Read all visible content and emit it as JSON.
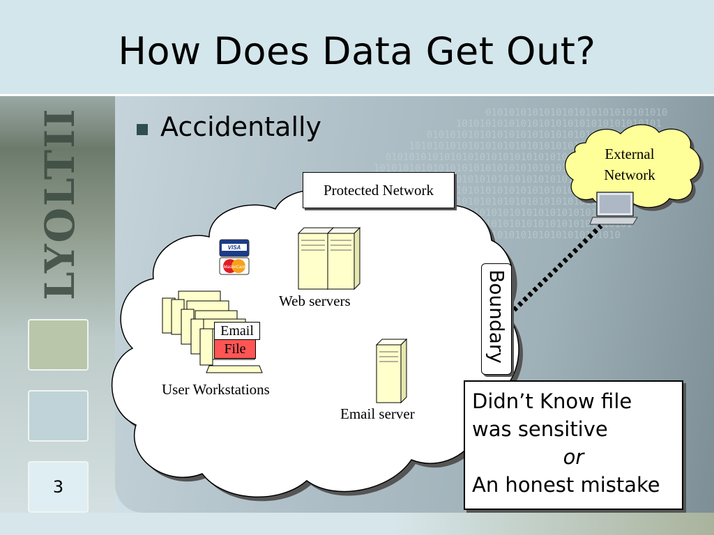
{
  "slide": {
    "title": "How Does Data Get Out?",
    "logo_text": "LYOLTII",
    "page_number": "3",
    "bullet": "Accidentally"
  },
  "diagram": {
    "protected_network_label": "Protected Network",
    "external_network_label": "External Network",
    "web_servers_label": "Web servers",
    "user_workstations_label": "User Workstations",
    "email_server_label": "Email server",
    "boundary_label": "Boundary",
    "email_tag": "Email",
    "file_tag": "File",
    "visa_label": "VISA",
    "mastercard_label": "MasterCard"
  },
  "callout": {
    "line1": "Didn’t Know file",
    "line2": "was sensitive",
    "or": "or",
    "line3": "An honest mistake"
  },
  "colors": {
    "cloud_fill": "#ffffff",
    "external_cloud_fill": "#ffff99",
    "file_tag_fill": "#ff5555",
    "server_fill": "#ffffcc"
  }
}
